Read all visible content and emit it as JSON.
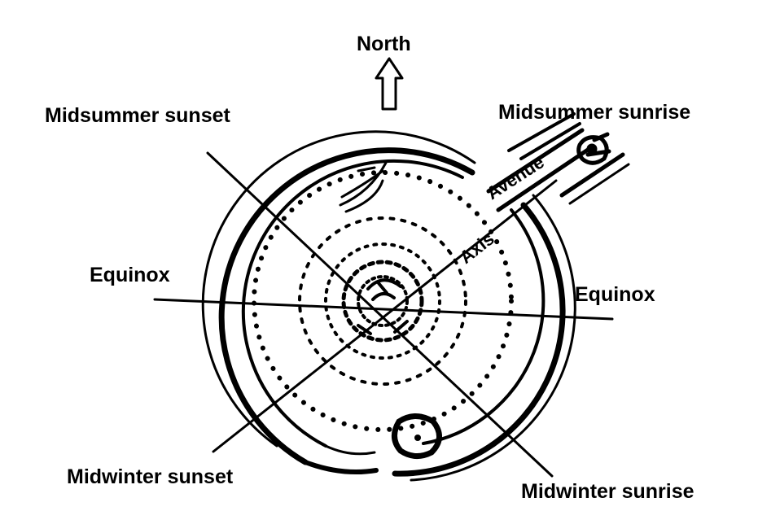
{
  "labels": {
    "north": "North",
    "midsummer_sunset": "Midsummer sunset",
    "midsummer_sunrise": "Midsummer sunrise",
    "equinox_left": "Equinox",
    "equinox_right": "Equinox",
    "midwinter_sunset": "Midwinter sunset",
    "midwinter_sunrise": "Midwinter sunrise",
    "avenue": "Avenue",
    "axis": "Axis"
  },
  "colors": {
    "ink": "#000000",
    "paper": "#ffffff"
  },
  "icons": {
    "north_arrow": "up-arrow-icon"
  }
}
